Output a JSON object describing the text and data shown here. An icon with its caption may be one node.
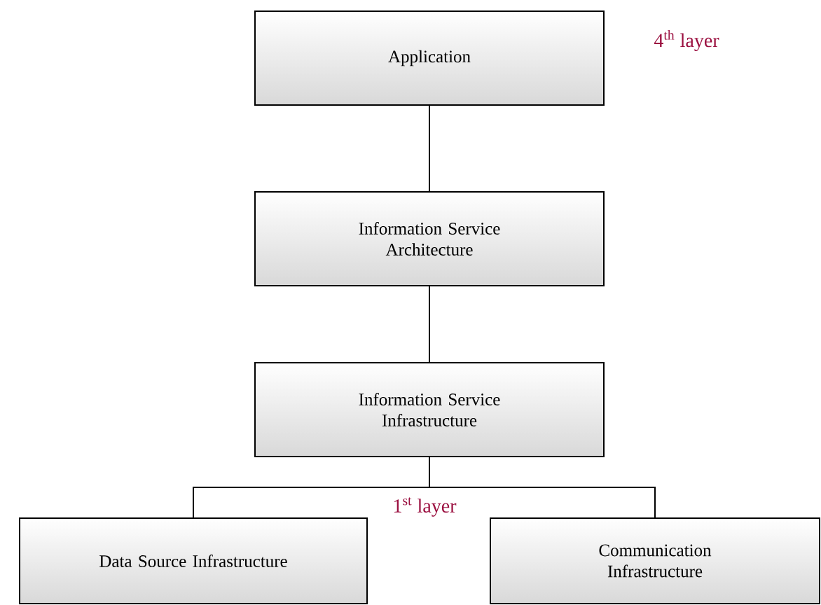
{
  "diagram": {
    "nodes": [
      {
        "text": [
          "Application"
        ]
      },
      {
        "text": [
          "Information Service Architecture"
        ]
      },
      {
        "text": [
          "Information Service Infrastructure"
        ]
      },
      {
        "text": [
          "Data Source Infrastructure"
        ]
      },
      {
        "text": [
          "Communication Infrastructure"
        ]
      }
    ],
    "edges": [
      {
        "from": 0,
        "to": 1,
        "arrow": "none"
      },
      {
        "from": 1,
        "to": 2,
        "arrow": "none"
      },
      {
        "from": 2,
        "to": 3,
        "arrow": "none"
      },
      {
        "from": 2,
        "to": 4,
        "arrow": "none"
      }
    ],
    "labels": [
      "4$^{th}$ layer",
      "1$^{st}$ layer"
    ]
  }
}
